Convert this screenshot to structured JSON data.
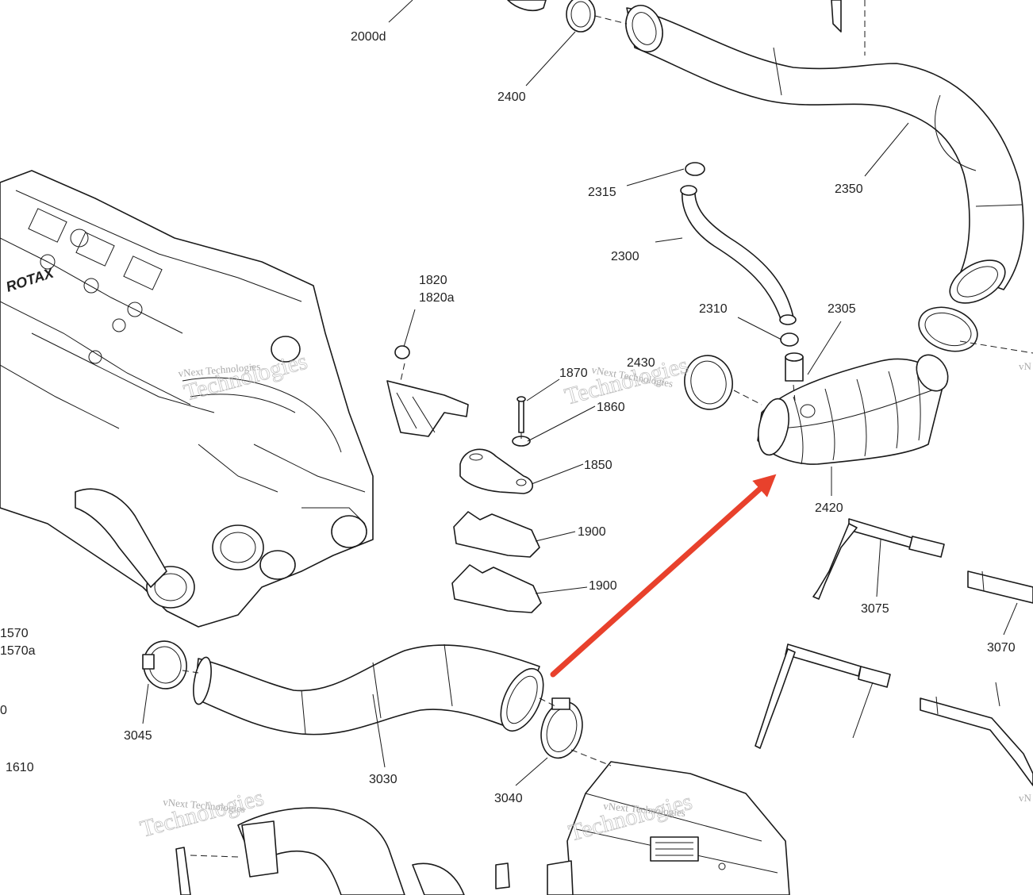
{
  "callouts": {
    "c2000d": "2000d",
    "c2400": "2400",
    "c2350": "2350",
    "c2315": "2315",
    "c2300": "2300",
    "c2310": "2310",
    "c2305": "2305",
    "c1820": "1820",
    "c1820a": "1820a",
    "c1870": "1870",
    "c2430": "2430",
    "c1860": "1860",
    "c1850": "1850",
    "c2420": "2420",
    "c1900a": "1900",
    "c1900b": "1900",
    "c3075": "3075",
    "c3070": "3070",
    "c1570": "1570",
    "c1570a": "1570a",
    "c0": "0",
    "c1610": "1610",
    "c3045": "3045",
    "c3030": "3030",
    "c3040": "3040"
  },
  "engine_brand": "ROTAX",
  "watermarks": {
    "brand": "vNext Technologies",
    "big": "Technologies",
    "edge": "vN"
  },
  "annotation": {
    "arrow_color": "#e8412c"
  }
}
